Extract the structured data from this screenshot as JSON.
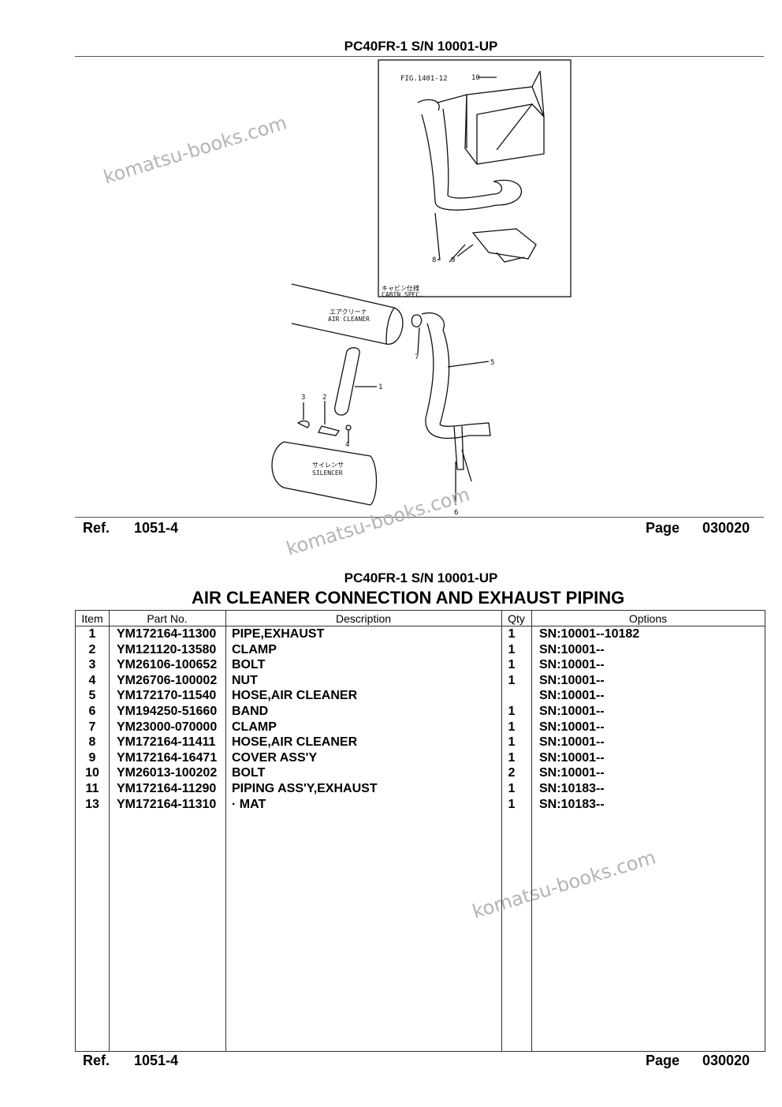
{
  "top": {
    "model": "PC40FR-1 S/N 10001-UP",
    "ref_label": "Ref.",
    "ref_value": "1051-4",
    "page_label": "Page",
    "page_value": "030020"
  },
  "diagram": {
    "fig_ref": "FIG.1401-12",
    "cabin_label_jp": "キャビン仕様",
    "cabin_label": "CABIN SPEC.",
    "air_cleaner_jp": "エアクリーナ",
    "air_cleaner": "AIR CLEANER",
    "silencer_jp": "サイレンサ",
    "silencer": "SILENCER",
    "callouts": [
      "10",
      "8",
      "9",
      "7",
      "5",
      "1",
      "3",
      "2",
      "4",
      "6"
    ]
  },
  "watermarks": [
    "komatsu-books.com",
    "komatsu-books.com",
    "komatsu-books.com"
  ],
  "bottom": {
    "model": "PC40FR-1 S/N 10001-UP",
    "section_title": "AIR CLEANER CONNECTION AND EXHAUST PIPING",
    "ref_label": "Ref.",
    "ref_value": "1051-4",
    "page_label": "Page",
    "page_value": "030020"
  },
  "table": {
    "headers": [
      "Item",
      "Part No.",
      "Description",
      "Qty",
      "Options"
    ],
    "rows": [
      {
        "item": "1",
        "part": "YM172164-11300",
        "desc": "PIPE,EXHAUST",
        "qty": "1",
        "opt": "SN:10001--10182"
      },
      {
        "item": "2",
        "part": "YM121120-13580",
        "desc": "CLAMP",
        "qty": "1",
        "opt": "SN:10001--"
      },
      {
        "item": "3",
        "part": "YM26106-100652",
        "desc": "BOLT",
        "qty": "1",
        "opt": "SN:10001--"
      },
      {
        "item": "4",
        "part": "YM26706-100002",
        "desc": "NUT",
        "qty": "1",
        "opt": "SN:10001--"
      },
      {
        "item": "5",
        "part": "YM172170-11540",
        "desc": "HOSE,AIR CLEANER",
        "qty": "",
        "opt": "SN:10001--"
      },
      {
        "item": "6",
        "part": "YM194250-51660",
        "desc": "BAND",
        "qty": "1",
        "opt": "SN:10001--"
      },
      {
        "item": "7",
        "part": "YM23000-070000",
        "desc": "CLAMP",
        "qty": "1",
        "opt": "SN:10001--"
      },
      {
        "item": "8",
        "part": "YM172164-11411",
        "desc": "HOSE,AIR CLEANER",
        "qty": "1",
        "opt": "SN:10001--"
      },
      {
        "item": "9",
        "part": "YM172164-16471",
        "desc": "COVER ASS'Y",
        "qty": "1",
        "opt": "SN:10001--"
      },
      {
        "item": "10",
        "part": "YM26013-100202",
        "desc": "BOLT",
        "qty": "2",
        "opt": "SN:10001--"
      },
      {
        "item": "11",
        "part": "YM172164-11290",
        "desc": "PIPING ASS'Y,EXHAUST",
        "qty": "1",
        "opt": "SN:10183--"
      },
      {
        "item": "13",
        "part": "YM172164-11310",
        "desc": "·  MAT",
        "qty": "1",
        "opt": "SN:10183--"
      }
    ]
  }
}
